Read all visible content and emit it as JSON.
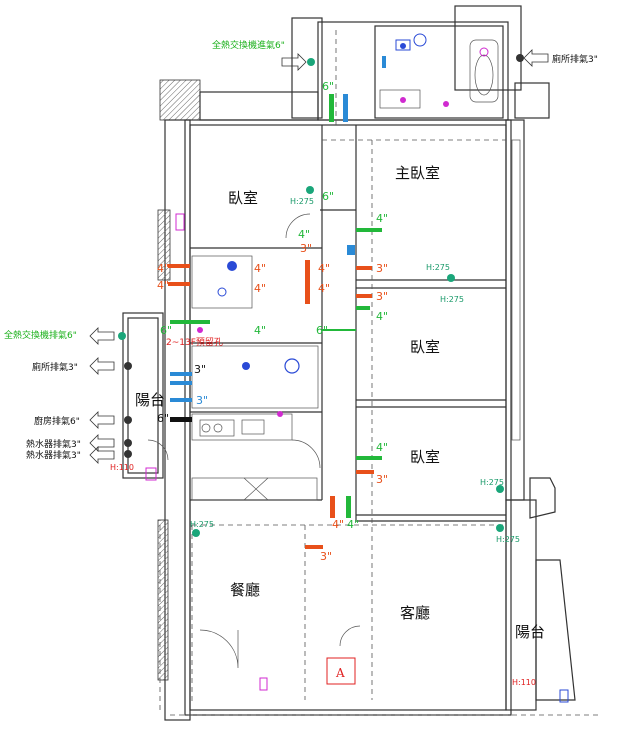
{
  "rooms": {
    "bedroom_top_left": "臥室",
    "master_bedroom": "主臥室",
    "bedroom_middle": "臥室",
    "bedroom_lower": "臥室",
    "balcony_left": "陽台",
    "dining": "餐廳",
    "living": "客廳",
    "balcony_right": "陽台",
    "marker_a": "A"
  },
  "vent_notes": {
    "erv_top": "全熱交換機進氣6\"",
    "bath_exhaust_top": "廁所排氣3\"",
    "erv_left": "全熱交換機排氣6\"",
    "bath_exhaust_left": "廁所排氣3\"",
    "kitchen_exhaust": "廚房排氣6\"",
    "water_heater_1": "熱水器排氣3\"",
    "water_heater_2": "熱水器排氣3\"",
    "pipe_note": "2~13F預留孔"
  },
  "duct_sizes": {
    "g_6_top": "6\"",
    "g_6_mid": "6\"",
    "g_6_mid2": "6\"",
    "g_6_left": "6\"",
    "o_4_a": "4\"",
    "o_4_b": "4\"",
    "g_4_a": "4\"",
    "g_4_b": "4\"",
    "o_4_c": "4\"",
    "o_4_d": "4\"",
    "o_3_a": "3\"",
    "o_3_b": "3\"",
    "g_4_c": "4\"",
    "g_4_d": "4\"",
    "b_3_a": "3\"",
    "b_3_b": "3\"",
    "k_6": "6\"",
    "g_4_e": "4\"",
    "o_3_c": "3\"",
    "o_4_e": "4\"",
    "g_4_f": "4\"",
    "o_3_d": "3\"",
    "g_3_top": "3\"",
    "o_4_f": "4\"",
    "o_4_g": "4\""
  },
  "heights": {
    "h1": "H:275",
    "h2": "H:275",
    "h3": "H:275",
    "h4": "H:275",
    "h5": "H:275",
    "h6": "H:275",
    "h7": "H:110",
    "h8": "H:110"
  },
  "colors": {
    "wall": "#333333",
    "green_duct": "#22b83a",
    "orange_duct": "#e8501a",
    "blue_duct": "#2a8ad6",
    "teal_marker": "#1aa67a",
    "red_note": "#e02020",
    "magenta_fixture": "#d02ad0"
  }
}
